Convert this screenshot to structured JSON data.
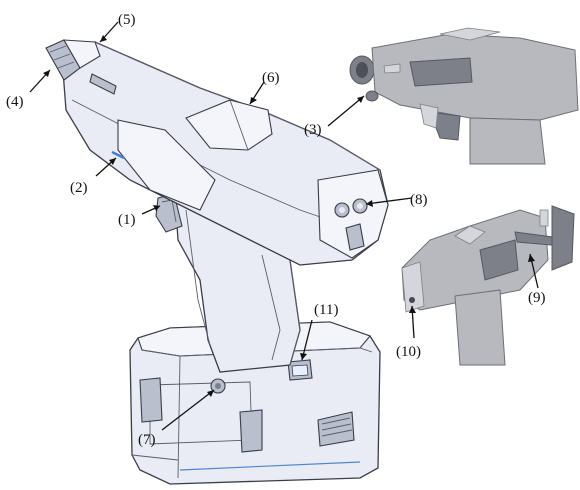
{
  "callouts": {
    "c1": "(1)",
    "c2": "(2)",
    "c3": "(3)",
    "c4": "(4)",
    "c5": "(5)",
    "c6": "(6)",
    "c7": "(7)",
    "c8": "(8)",
    "c9": "(9)",
    "c10": "(10)",
    "c11": "(11)"
  }
}
